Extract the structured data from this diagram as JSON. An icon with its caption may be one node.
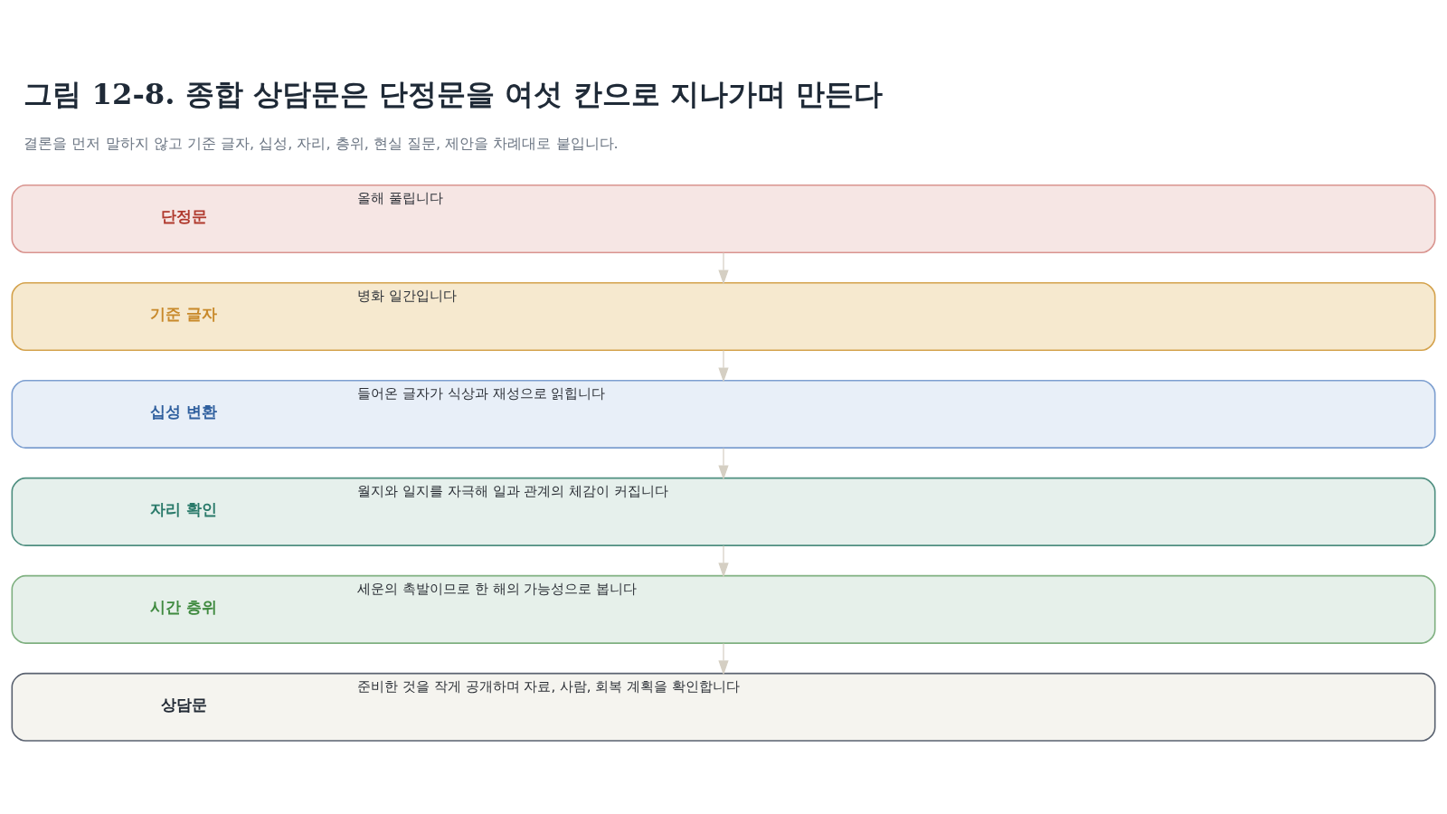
{
  "diagram": {
    "title": "그림 12-8. 종합 상담문은 단정문을 여섯 칸으로 지나가며 만든다",
    "caption": "결론을 먼저 말하지 않고 기준 글자, 십성, 자리, 층위, 현실 질문, 제안을 차례대로 붙입니다.",
    "nodes": [
      {
        "text": [
          "단정문",
          "올해 풀립니다"
        ]
      },
      {
        "text": [
          "기준 글자",
          "병화 일간입니다"
        ]
      },
      {
        "text": [
          "십성 변환",
          "들어온 글자가 식상과 재성으로 읽힙니다"
        ]
      },
      {
        "text": [
          "자리 확인",
          "월지와 일지를 자극해 일과 관계의 체감이 커집니다"
        ]
      },
      {
        "text": [
          "시간 층위",
          "세운의 촉발이므로 한 해의 가능성으로 봅니다"
        ]
      },
      {
        "text": [
          "상담문",
          "준비한 것을 작게 공개하며 자료, 사람, 회복 계획을 확인합니다"
        ]
      }
    ],
    "edges": [
      {
        "from": 0,
        "to": 1,
        "arrow": "to"
      },
      {
        "from": 1,
        "to": 2,
        "arrow": "to"
      },
      {
        "from": 2,
        "to": 3,
        "arrow": "to"
      },
      {
        "from": 3,
        "to": 4,
        "arrow": "to"
      },
      {
        "from": 4,
        "to": 5,
        "arrow": "to"
      }
    ]
  }
}
